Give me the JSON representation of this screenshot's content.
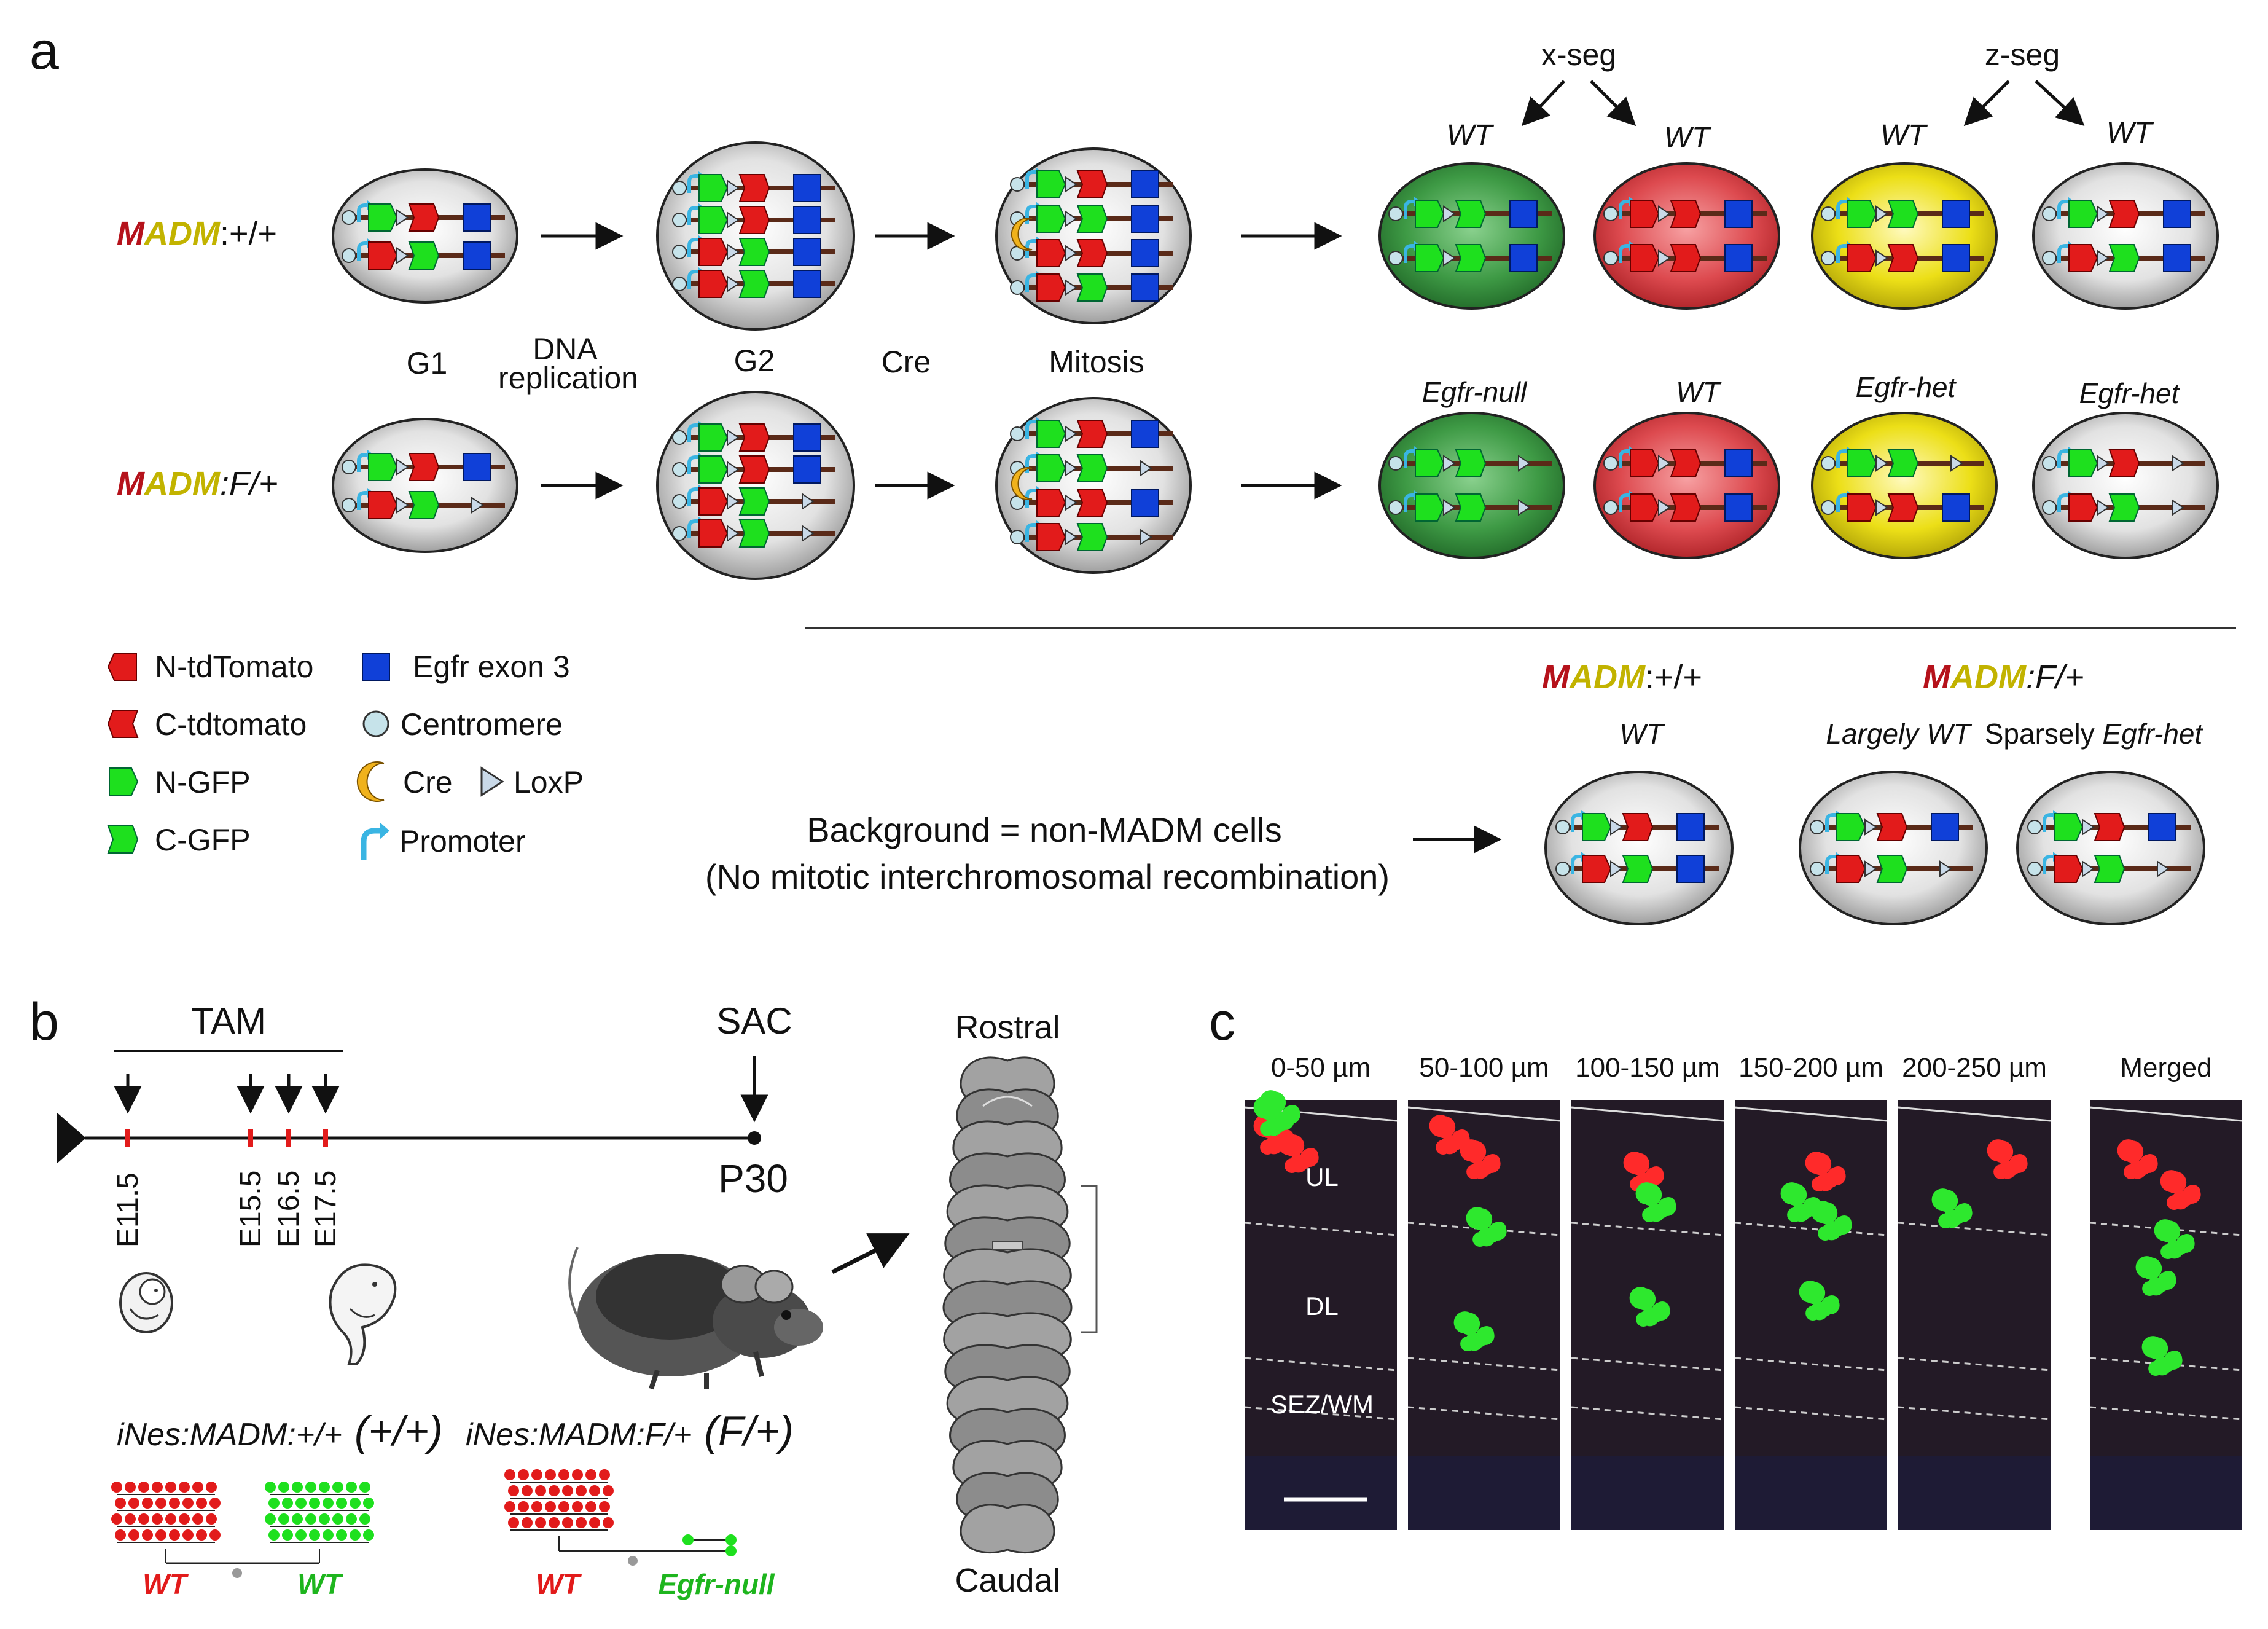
{
  "panel_a": {
    "label": "a",
    "row1_genotype": {
      "m": "M",
      "adm": "ADM",
      "suffix": ":+/+"
    },
    "row2_genotype": {
      "m": "M",
      "adm": "ADM",
      "suffix": ":F/+"
    },
    "stages": {
      "g1": "G1",
      "dna1": "DNA",
      "dna2": "replication",
      "g2": "G2",
      "cre": "Cre",
      "mitosis": "Mitosis"
    },
    "xseg": "x-seg",
    "zseg": "z-seg",
    "row1_outcomes": [
      "WT",
      "WT",
      "WT",
      "WT"
    ],
    "row2_outcomes": [
      "Egfr-null",
      "WT",
      "Egfr-het",
      "Egfr-het"
    ],
    "legend": {
      "n_tdtomato": "N-tdTomato",
      "c_tdtomato": "C-tdtomato",
      "n_gfp": "N-GFP",
      "c_gfp": "C-GFP",
      "egfr_exon3": "Egfr exon 3",
      "centromere": "Centromere",
      "cre": "Cre",
      "loxp": "LoxP",
      "promoter": "Promoter"
    },
    "background": {
      "line1": "Background = non-MADM cells",
      "line2": "(No mitotic interchromosomal recombination)",
      "g1": {
        "m": "M",
        "adm": "ADM",
        "suffix": ":+/+"
      },
      "g1_label": "WT",
      "g2": {
        "m": "M",
        "adm": "ADM",
        "suffix": ":F/+"
      },
      "g2_label_a_pre": "Largely ",
      "g2_label_a_it": "WT",
      "g2_label_b_pre": "Sparsely ",
      "g2_label_b_it": "Egfr-het"
    }
  },
  "panel_b": {
    "label": "b",
    "tam": "TAM",
    "sac": "SAC",
    "p30": "P30",
    "timepoints": [
      "E11.5",
      "E15.5",
      "E16.5",
      "E17.5"
    ],
    "rostral": "Rostral",
    "caudal": "Caudal",
    "geno1": "iNes:MADM:+/+",
    "geno1_short": "(+/+)",
    "geno2": "iNes:MADM:F/+",
    "geno2_short": "(F/+)",
    "tree1_labels": [
      "WT",
      "WT"
    ],
    "tree2_labels": [
      "WT",
      "Egfr-null"
    ]
  },
  "panel_c": {
    "label": "c",
    "columns": [
      "0-50 µm",
      "50-100 µm",
      "100-150 µm",
      "150-200 µm",
      "200-250 µm",
      "Merged"
    ],
    "layers": [
      "UL",
      "DL",
      "SEZ/WM"
    ]
  },
  "colors": {
    "red": "#e21b1b",
    "green": "#1ee01e",
    "blue": "#1040d8",
    "cell_green": "#3e9a45",
    "cell_red": "#dd4a4f",
    "cell_yellow": "#ecdf17",
    "cell_white": "#ececec",
    "cre": "#f0b21c",
    "promoter": "#3ab5e3",
    "madm_m": "#b5121b",
    "madm_adm": "#c2b300"
  }
}
